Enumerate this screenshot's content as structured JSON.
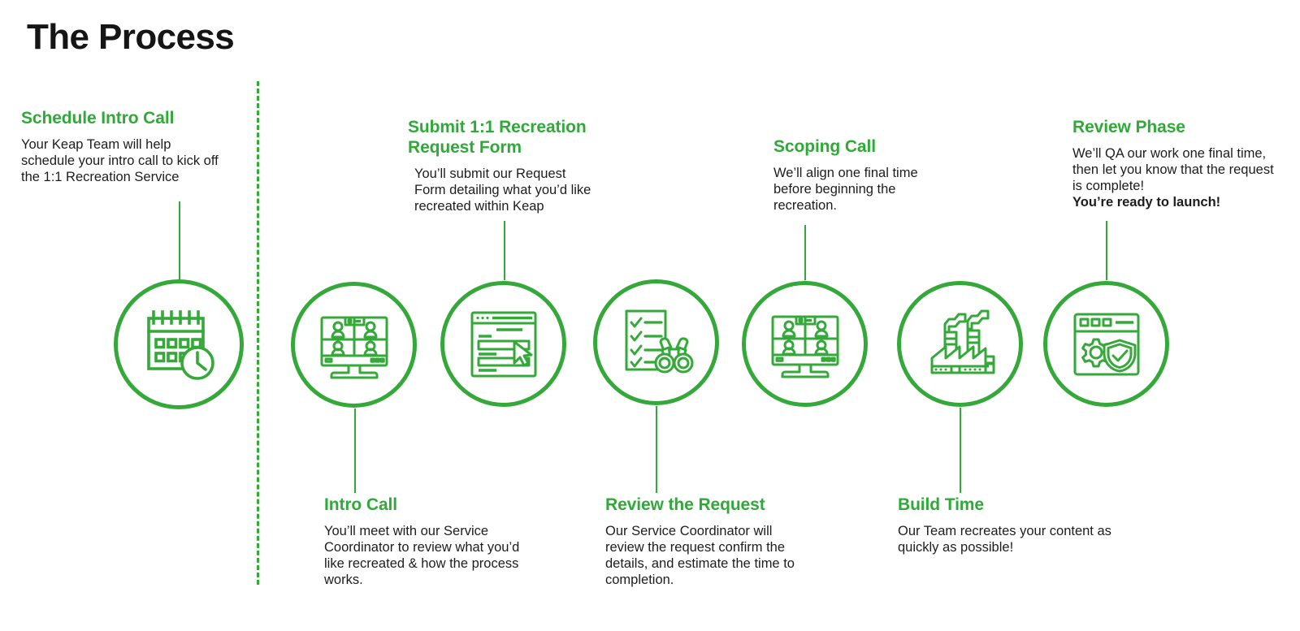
{
  "title": "The Process",
  "colors": {
    "green": "#35a83a",
    "heading_green": "#2faa38",
    "text_dark": "#1d1d1d",
    "title_black": "#151515",
    "background": "#ffffff"
  },
  "divider": {
    "style": "dashed-vertical",
    "color": "#35a83a"
  },
  "steps": [
    {
      "id": 1,
      "heading": "Schedule Intro Call",
      "body": "Your Keap Team will help schedule your intro call to kick off the 1:1 Recreation Service",
      "bold_line": "",
      "icon": "calendar-clock-icon",
      "position": "above"
    },
    {
      "id": 2,
      "heading": "Intro Call",
      "body": "You’ll meet with our Service Coordinator to review what you’d like recreated & how the process works.",
      "bold_line": "",
      "icon": "video-conference-icon",
      "position": "below"
    },
    {
      "id": 3,
      "heading": "Submit 1:1 Recreation Request Form",
      "body": "You’ll submit our Request Form detailing what you’d like recreated within Keap",
      "bold_line": "",
      "icon": "web-form-cursor-icon",
      "position": "above"
    },
    {
      "id": 4,
      "heading": "Review the Request",
      "body": "Our Service Coordinator will review the request confirm the details, and estimate the time to completion.",
      "bold_line": "",
      "icon": "checklist-binoculars-icon",
      "position": "below"
    },
    {
      "id": 5,
      "heading": "Scoping Call",
      "body": "We’ll align one final time before beginning the recreation.",
      "bold_line": "",
      "icon": "video-conference-icon",
      "position": "above"
    },
    {
      "id": 6,
      "heading": "Build Time",
      "body": "Our Team recreates your content as quickly as possible!",
      "bold_line": "",
      "icon": "factory-icon",
      "position": "below"
    },
    {
      "id": 7,
      "heading": "Review Phase",
      "body": "We’ll QA our work one final time, then let you know that the request is complete!",
      "bold_line": "You’re ready to launch!",
      "icon": "browser-gear-shield-icon",
      "position": "above"
    }
  ]
}
